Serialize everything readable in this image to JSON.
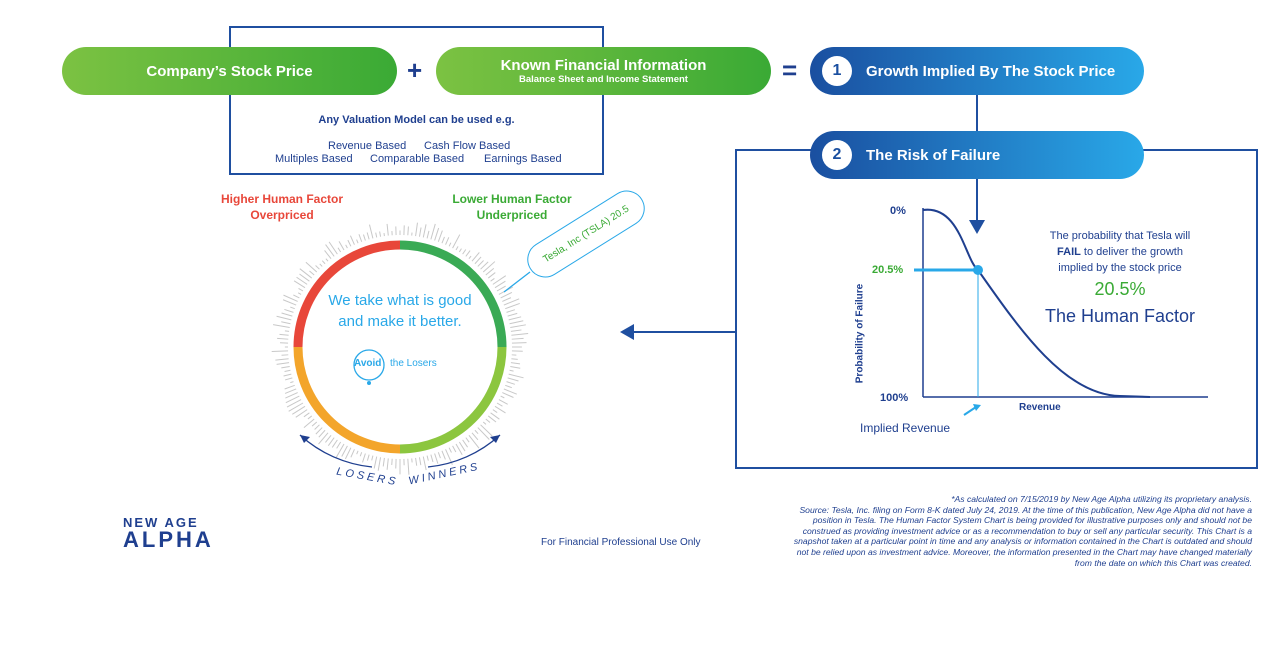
{
  "formula": {
    "stock_price": "Company’s Stock Price",
    "plus": "+",
    "known_info": "Known Financial Information",
    "known_info_sub": "Balance Sheet and Income Statement",
    "equals": "=",
    "step1_num": "1",
    "step1_label": "Growth Implied By The Stock Price",
    "step2_num": "2",
    "step2_label": "The Risk of Failure"
  },
  "valuation": {
    "heading": "Any Valuation Model can be used e.g.",
    "revenue": "Revenue Based",
    "cashflow": "Cash Flow Based",
    "multiples": "Multiples Based",
    "comparable": "Comparable Based",
    "earnings": "Earnings Based"
  },
  "dial": {
    "left_line1": "Higher Human Factor",
    "left_line2": "Overpriced",
    "right_line1": "Lower Human Factor",
    "right_line2": "Underpriced",
    "callout": "Tesla, Inc (TSLA) 20.5",
    "slogan_line1": "We take what is good",
    "slogan_line2": "and make it better.",
    "avoid": "Avoid",
    "the_losers": "the Losers",
    "losers": "LOSERS",
    "winners": "WINNERS",
    "colors": {
      "red": "#e8473a",
      "green": "#3aaa55",
      "lightgreen": "#8cc63f",
      "orange": "#f3a52b"
    }
  },
  "chart": {
    "y_top": "0%",
    "y_mark": "20.5%",
    "y_bottom": "100%",
    "ylabel": "Probability of Failure",
    "xlabel": "Revenue",
    "implied": "Implied Revenue",
    "desc_line1": "The probability that Tesla will",
    "desc_fail": "FAIL",
    "desc_line2_rest": " to deliver the growth",
    "desc_line3": "implied by the stock price",
    "value": "20.5%",
    "human_factor": "The Human Factor"
  },
  "chart_data": {
    "type": "line",
    "xlabel": "Revenue",
    "ylabel": "Probability of Failure",
    "ylim": [
      0,
      100
    ],
    "y_inverted": true,
    "series": [
      {
        "values": [
          0,
          20.5,
          100
        ]
      }
    ],
    "highlight_point": {
      "y": 20.5
    }
  },
  "footer": {
    "logo_line1": "NEW AGE",
    "logo_line2": "ALPHA",
    "professional": "For Financial Professional Use Only",
    "disclaimer_line1": "*As calculated on 7/15/2019 by New Age Alpha utilizing its proprietary analysis.",
    "disclaimer_body": "Source: Tesla, Inc. filing on Form 8-K dated July 24, 2019. At the time of this publication, New Age Alpha did not have a position in Tesla. The Human Factor System Chart is being provided for illustrative purposes only and should not be construed as providing investment advice or as a recommendation to buy or sell any particular security. This Chart is a snapshot taken at a particular point in time and any analysis or information contained in the Chart is outdated and should not be relied upon as investment advice. Moreover, the information presented in the Chart may have changed materially from the date on which this Chart was created."
  }
}
